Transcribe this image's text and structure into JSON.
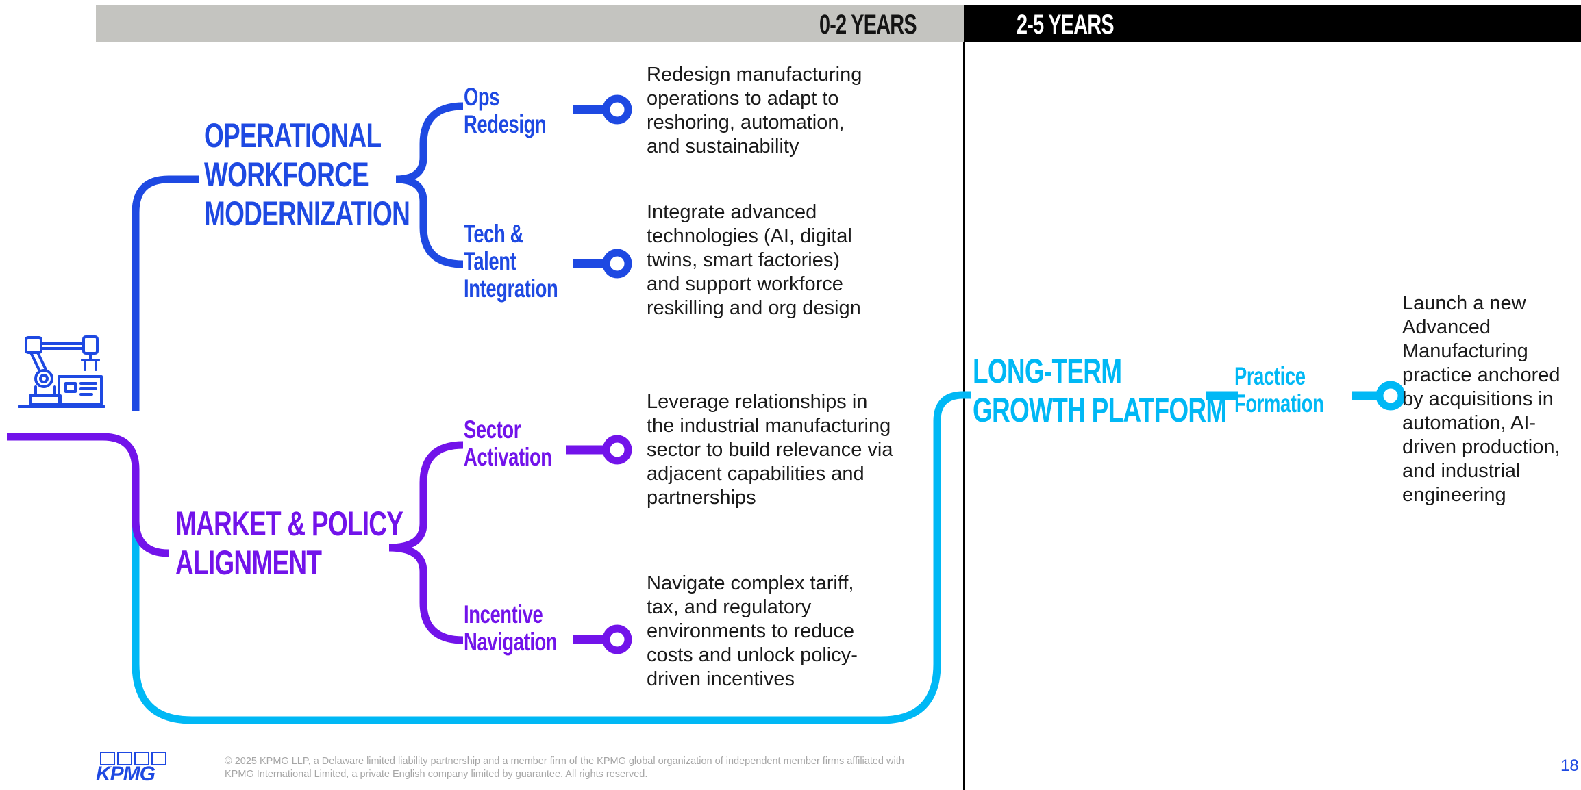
{
  "header": {
    "left_label": "0-2 YEARS",
    "right_label": "2-5 YEARS"
  },
  "icon": "robotic-arm-factory-icon",
  "branches": {
    "operational": {
      "title": "OPERATIONAL\nWORKFORCE\nMODERNIZATION",
      "color": "#1e49e2",
      "items": [
        {
          "label": "Ops\nRedesign",
          "description": "Redesign manufacturing\noperations to adapt to\nreshoring, automation,\nand sustainability"
        },
        {
          "label": "Tech &\nTalent\nIntegration",
          "description": "Integrate advanced\ntechnologies (AI, digital\ntwins, smart factories)\nand support workforce\nreskilling and org design"
        }
      ]
    },
    "market": {
      "title": "MARKET & POLICY\nALIGNMENT",
      "color": "#7213ea",
      "items": [
        {
          "label": "Sector\nActivation",
          "description": "Leverage relationships in\nthe industrial manufacturing\nsector to build relevance via\nadjacent capabilities and\npartnerships"
        },
        {
          "label": "Incentive\nNavigation",
          "description": "Navigate complex tariff,\ntax, and regulatory\nenvironments to reduce\ncosts and unlock policy-\ndriven incentives"
        }
      ]
    },
    "growth": {
      "title": "LONG-TERM\nGROWTH PLATFORM",
      "color": "#00b8f5",
      "items": [
        {
          "label": "Practice\nFormation",
          "description": "Launch a new\nAdvanced\nManufacturing\npractice anchored\nby acquisitions in\nautomation, AI-\ndriven production,\nand industrial\nengineering"
        }
      ]
    }
  },
  "footer": {
    "copyright": "© 2025 KPMG LLP, a Delaware limited liability partnership and a member firm of the KPMG global organization of independent member firms affiliated with KPMG International Limited, a private English company limited by guarantee. All rights reserved.",
    "logo_text": "KPMG",
    "page_number": "18"
  }
}
